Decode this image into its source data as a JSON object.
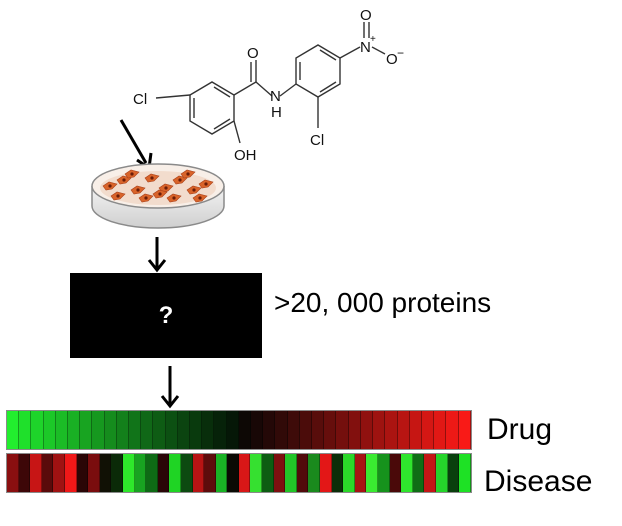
{
  "molecule": {
    "atoms": {
      "cl_left": "Cl",
      "oxygen": "O",
      "nh": "N",
      "h": "H",
      "oh": "OH",
      "cl_right": "Cl",
      "nitro_o_top": "O",
      "nitro_n": "N",
      "nitro_o_right": "O"
    },
    "charges": {
      "plus": "+",
      "minus": "−"
    }
  },
  "box_label": "?",
  "proteins_label": ">20, 000 proteins",
  "rows": {
    "drug_label": "Drug",
    "disease_label": "Disease"
  },
  "heatmap": {
    "drug_colors": [
      "#22ee2e",
      "#1fe02b",
      "#1ed42a",
      "#1cc828",
      "#1bbc26",
      "#19b024",
      "#18a421",
      "#16981f",
      "#158c1d",
      "#13801b",
      "#117419",
      "#106817",
      "#0e5c14",
      "#0c5012",
      "#0b4410",
      "#093a0d",
      "#082e0b",
      "#062209",
      "#051707",
      "#0d0805",
      "#180706",
      "#240807",
      "#310a08",
      "#3e0b09",
      "#4b0c0a",
      "#580d0b",
      "#660e0c",
      "#740f0d",
      "#82100e",
      "#90110f",
      "#9e1310",
      "#ab1411",
      "#b81512",
      "#c61613",
      "#d41714",
      "#e11815",
      "#ed1916",
      "#f91a17"
    ],
    "disease_colors": [
      "#8a0f10",
      "#3d0708",
      "#c71515",
      "#5a0b0b",
      "#a01212",
      "#f01818",
      "#2a0606",
      "#7a0d0e",
      "#111105",
      "#0b2a08",
      "#2ee82b",
      "#18a321",
      "#0e6a15",
      "#2a0507",
      "#1fd424",
      "#0c4a10",
      "#b81414",
      "#5e0c0c",
      "#19b325",
      "#0a0a04",
      "#d81717",
      "#36e030",
      "#0d5d12",
      "#7e0f10",
      "#22c528",
      "#520a0b",
      "#1a8a1d",
      "#e31717",
      "#0c2e09",
      "#2bd829",
      "#a81313",
      "#3aeb31",
      "#16921c",
      "#4a0909",
      "#2fe62d",
      "#0f6e15",
      "#c41616",
      "#25d52b",
      "#093f0d",
      "#1ee125"
    ]
  }
}
